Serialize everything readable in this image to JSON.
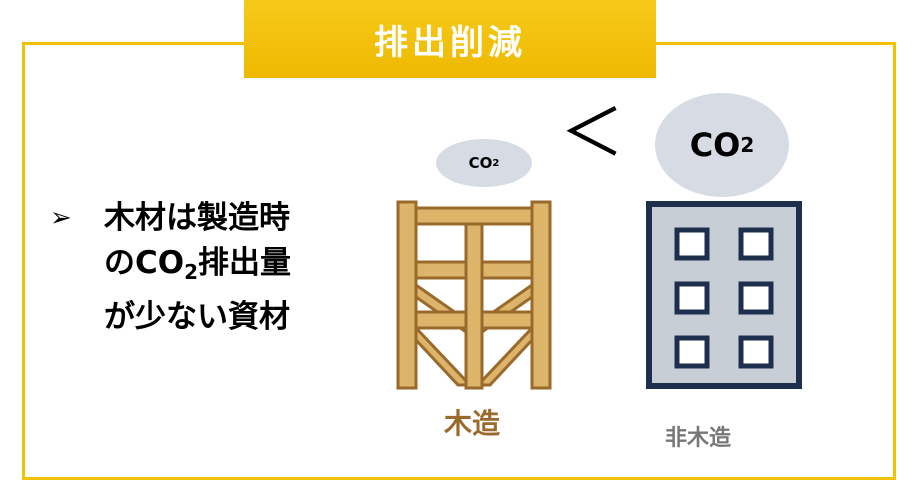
{
  "title": "排出削減",
  "bullet": {
    "marker": "➢",
    "line1": "木材は製造時",
    "line2_pre": "のCO",
    "line2_sub": "2",
    "line2_post": "排出量",
    "line3": "が少ない資材"
  },
  "comparison": {
    "small_bubble": {
      "text": "CO",
      "sub": "2"
    },
    "symbol": "＜",
    "large_bubble": {
      "text": "CO",
      "sub": "2"
    }
  },
  "labels": {
    "wood": "木造",
    "non_wood": "非木造"
  },
  "colors": {
    "banner": "#f2c200",
    "frame_fill": "#dcb46a",
    "frame_stroke": "#9a6a2d",
    "building_fill": "#c8ced6",
    "building_stroke": "#1e2f4d",
    "bubble": "#d6dbe4"
  }
}
